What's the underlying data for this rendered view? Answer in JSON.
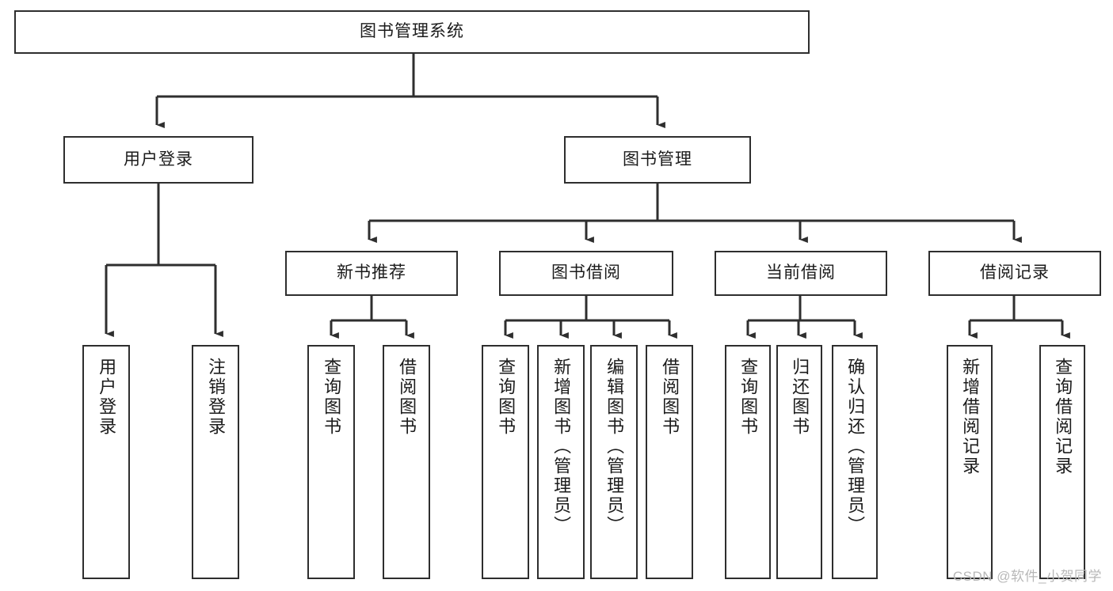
{
  "diagram": {
    "title": "图书管理系统",
    "type": "tree-hierarchy-chart",
    "background_color": "#ffffff",
    "line_color": "#2e2e2e",
    "box_border_color": "#2e2e2e",
    "box_fill_color": "#ffffff",
    "text_color": "#1b1b1b"
  },
  "nodes": {
    "root": {
      "label": "图书管理系统",
      "level": 1
    },
    "l2": [
      {
        "label": "用户登录",
        "level": 2
      },
      {
        "label": "图书管理",
        "level": 2
      }
    ],
    "l3": [
      {
        "label": "新书推荐",
        "level": 3
      },
      {
        "label": "图书借阅",
        "level": 3
      },
      {
        "label": "当前借阅",
        "level": 3
      },
      {
        "label": "借阅记录",
        "level": 3
      }
    ],
    "leaves": [
      {
        "label": "用户登录",
        "parent": "用户登录",
        "level": 3
      },
      {
        "label": "注销登录",
        "parent": "用户登录",
        "level": 3
      },
      {
        "label": "查询图书",
        "parent": "新书推荐",
        "level": 4
      },
      {
        "label": "借阅图书",
        "parent": "新书推荐",
        "level": 4
      },
      {
        "label": "查询图书",
        "parent": "图书借阅",
        "level": 4
      },
      {
        "label": "新增图书（管理员）",
        "parent": "图书借阅",
        "level": 4
      },
      {
        "label": "编辑图书（管理员）",
        "parent": "图书借阅",
        "level": 4
      },
      {
        "label": "借阅图书",
        "parent": "图书借阅",
        "level": 4
      },
      {
        "label": "查询图书",
        "parent": "当前借阅",
        "level": 4
      },
      {
        "label": "归还图书",
        "parent": "当前借阅",
        "level": 4
      },
      {
        "label": "确认归还（管理员）",
        "parent": "当前借阅",
        "level": 4
      },
      {
        "label": "新增借阅记录",
        "parent": "借阅记录",
        "level": 4
      },
      {
        "label": "查询借阅记录",
        "parent": "借阅记录",
        "level": 4
      }
    ]
  },
  "watermark": {
    "text": "CSDN @软件_小贺同学"
  }
}
